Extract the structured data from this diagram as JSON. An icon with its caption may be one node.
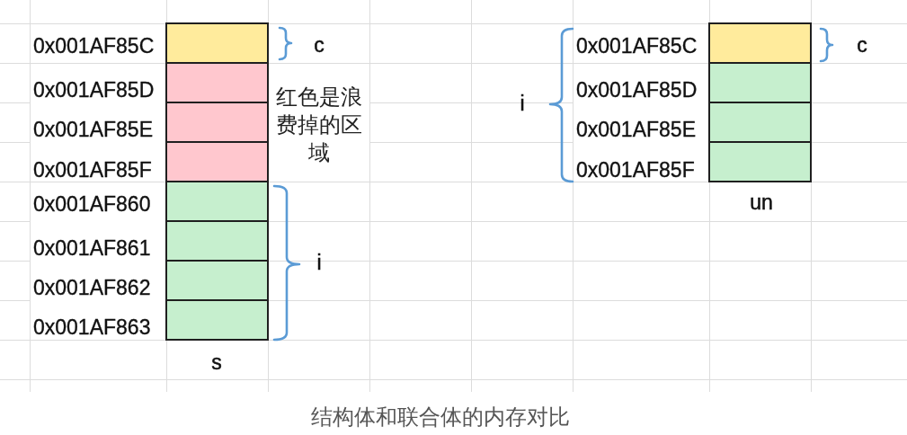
{
  "diagram": {
    "caption": "结构体和联合体的内存对比",
    "nodes": [
      {
        "text": [],
        "shape": "box",
        "beside": [
          "0x001AF85C"
        ]
      },
      {
        "text": [],
        "shape": "box",
        "beside": [
          "0x001AF85D"
        ]
      },
      {
        "text": [],
        "shape": "box",
        "beside": [
          "0x001AF85E"
        ]
      },
      {
        "text": [],
        "shape": "box",
        "beside": [
          "0x001AF85F"
        ]
      },
      {
        "text": [],
        "shape": "box",
        "beside": [
          "0x001AF860"
        ]
      },
      {
        "text": [],
        "shape": "box",
        "beside": [
          "0x001AF861"
        ]
      },
      {
        "text": [],
        "shape": "box",
        "beside": [
          "0x001AF862"
        ]
      },
      {
        "text": [],
        "shape": "box",
        "beside": [
          "0x001AF863"
        ]
      },
      {
        "text": [],
        "shape": "box",
        "beside": [
          "0x001AF85C"
        ]
      },
      {
        "text": [],
        "shape": "box",
        "beside": [
          "0x001AF85D"
        ]
      },
      {
        "text": [],
        "shape": "box",
        "beside": [
          "0x001AF85E"
        ]
      },
      {
        "text": [],
        "shape": "box",
        "beside": [
          "0x001AF85F"
        ]
      }
    ],
    "labels": [
      "c",
      "红色是浪费掉的区域",
      "i",
      "s",
      "i",
      "c",
      "un"
    ]
  }
}
